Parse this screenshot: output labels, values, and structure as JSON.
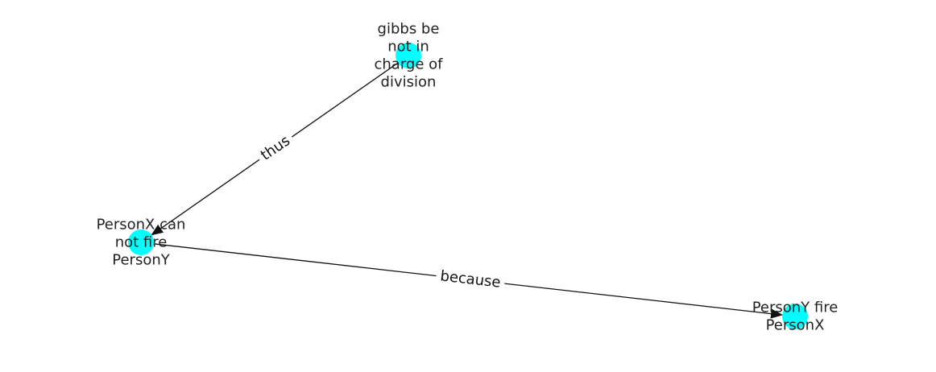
{
  "graph": {
    "node_color": "#00ffff",
    "edge_color": "#111111",
    "nodes": [
      {
        "id": "n1",
        "lines": [
          "gibbs be",
          "not in",
          "charge of",
          "division"
        ]
      },
      {
        "id": "n2",
        "lines": [
          "PersonX can",
          "not fire",
          "PersonY"
        ]
      },
      {
        "id": "n3",
        "lines": [
          "PersonY fire",
          "PersonX"
        ]
      }
    ],
    "edges": [
      {
        "from": "n1",
        "to": "n2",
        "label": "thus"
      },
      {
        "from": "n2",
        "to": "n3",
        "label": "because"
      }
    ]
  }
}
